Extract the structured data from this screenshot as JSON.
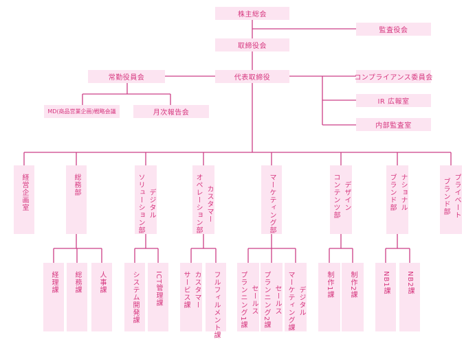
{
  "colors": {
    "box_fill": "#fce4f1",
    "text": "#d6367e",
    "line": "#cc3d86"
  },
  "top": {
    "shareholders": "株主総会",
    "auditors": "監査役会",
    "board": "取締役会",
    "president": "代表取締役",
    "executive_committee": "常勤役員会",
    "compliance": "コンプライアンス委員会",
    "ir": "IR 広報室",
    "internal_audit": "内部監査室",
    "md_meeting": "MD(商品営業企画)戦略会議",
    "monthly_report": "月次報告会"
  },
  "departments": {
    "planning": "経営企画室",
    "general_affairs": "総務部",
    "digital_solutions": "デジタル\nソリューション部",
    "customer_ops": "カスタマー\nオペレーション部",
    "marketing": "マーケティング部",
    "design": "デザイン\nコンテンツ部",
    "national_brand": "ナショナル\nブランド部",
    "private_brand": "プライベート\nブランド部"
  },
  "sections": {
    "accounting": "経理課",
    "general": "総務課",
    "hr": "人事課",
    "system_dev": "システム開発課",
    "ict": "ICT管理課",
    "customer_service": "カスタマー\nサービス課",
    "fulfillment": "フルフィルメント課",
    "sales_planning_1": "セールス\nプランニング1課",
    "sales_planning_2": "セールス\nプランニング2課",
    "digital_marketing": "デジタル\nマーケティング課",
    "production_1": "制作1課",
    "production_2": "制作2課",
    "nb1": "NB1課",
    "nb2": "NB2課"
  }
}
